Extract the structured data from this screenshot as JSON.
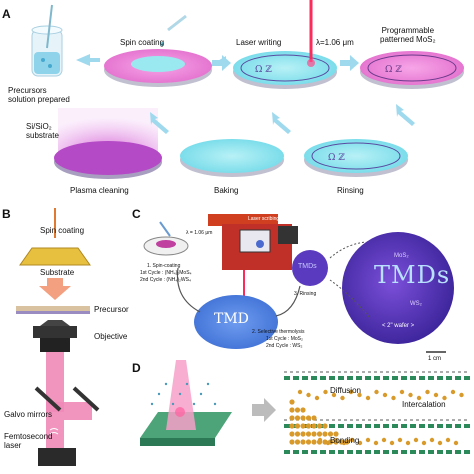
{
  "panel_a": {
    "letter": "A",
    "precursors": "Precursors\nsolution prepared",
    "substrate": "Si/SiO₂\nsubstrate",
    "spin_coating": "Spin coating",
    "laser_writing": "Laser writing",
    "wavelength": "λ=1.06 μm",
    "programmable": "Programmable\npatterned MoS₂",
    "plasma_cleaning": "Plasma cleaning",
    "baking": "Baking",
    "rinsing": "Rinsing"
  },
  "panel_b": {
    "letter": "B",
    "spin_coating": "Spin coating",
    "substrate": "Substrate",
    "precursor": "Precursor",
    "objective": "Objective",
    "galvo": "Galvo mirrors",
    "laser": "Femtosecond\nlaser"
  },
  "panel_c": {
    "letter": "C",
    "laser_scribing": "Laser scribing",
    "wavelength": "λ = 1.06 μm",
    "step1": "1. Spin-coating",
    "step1_c1": "1st Cycle : (NH₄)₂MoS₄",
    "step1_c2": "2nd Cycle : (NH₄)₂WS₄",
    "step2": "2. Selective thermolysis",
    "step2_c1": "1st Cycle : MoS₂",
    "step2_c2": "2nd Cycle : WS₂",
    "step3": "3. Rinsing",
    "tmd_small": "TMDs",
    "tmd_disc": "TMD",
    "mos2": "MoS₂",
    "ws2": "WS₂",
    "wafer": "< 2\" wafer >",
    "tmd_big": "TMDs",
    "scale": "1 cm"
  },
  "panel_d": {
    "letter": "D",
    "diffusion": "Diffusion",
    "intercalation": "Intercalation",
    "bonding": "Bonding"
  },
  "colors": {
    "pink": "#e95fd2",
    "teal": "#7fe3ef",
    "laser": "#ff3a7a",
    "arrow": "#9fd9ee",
    "sulfur": "#d89a2a",
    "layer_green": "#2c8a5a"
  }
}
